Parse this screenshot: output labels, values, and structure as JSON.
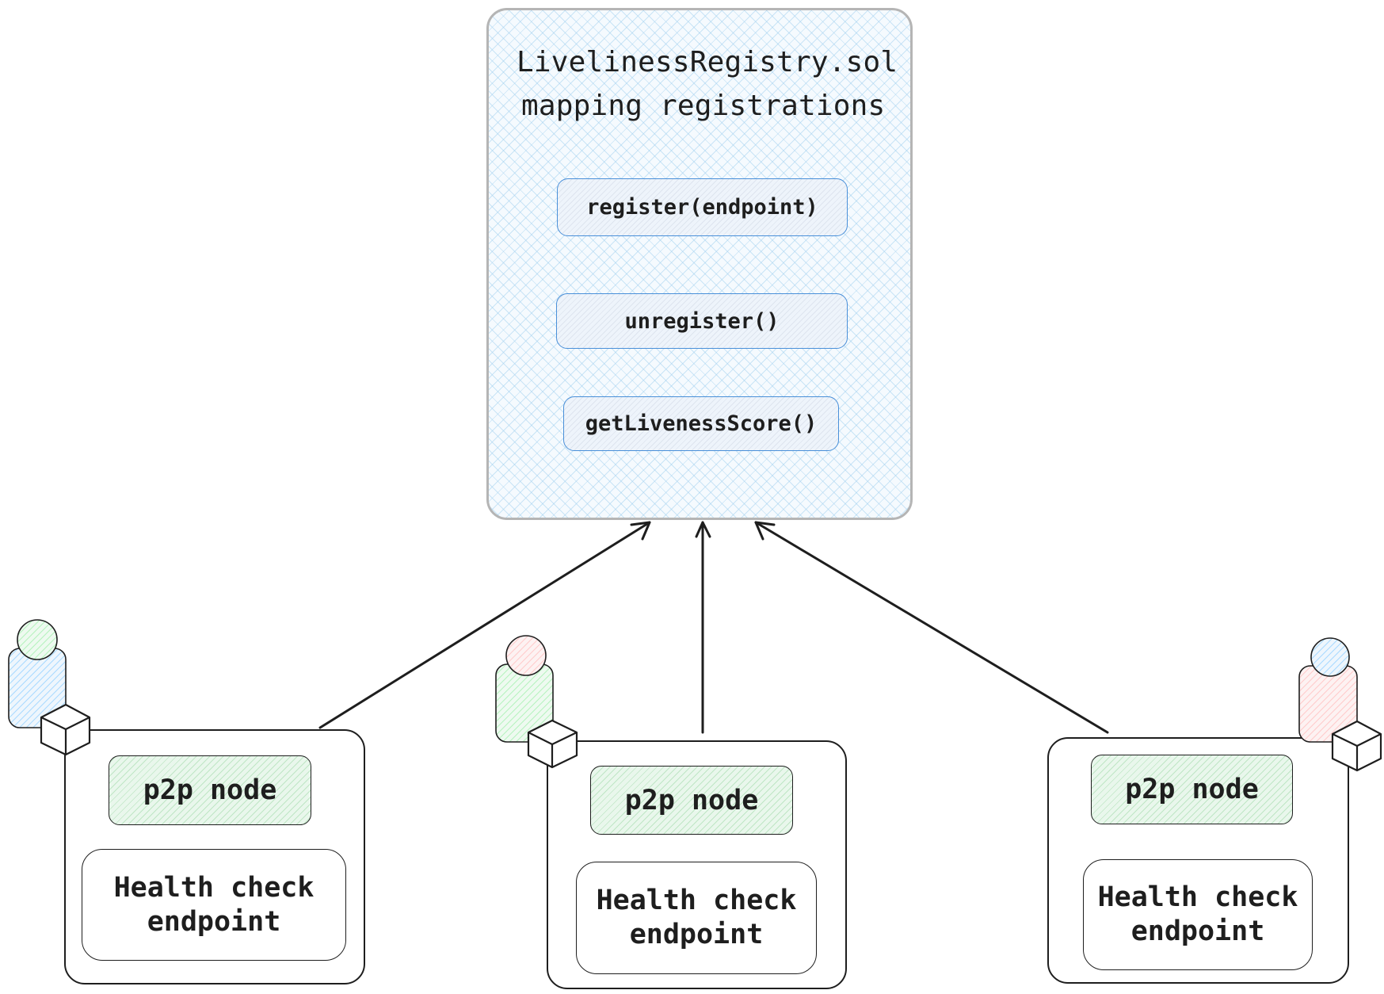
{
  "contract": {
    "title_line1": "LivelinessRegistry.sol",
    "title_line2": "mapping registrations",
    "functions": [
      "register(endpoint)",
      "unregister()",
      "getLivenessScore()"
    ]
  },
  "nodes": [
    {
      "p2p_label": "p2p node",
      "health_line1": "Health check",
      "health_line2": "endpoint",
      "person_head_color": "#b2f2bb",
      "person_body_color": "#a5d8ff"
    },
    {
      "p2p_label": "p2p node",
      "health_line1": "Health check",
      "health_line2": "endpoint",
      "person_head_color": "#ffc9c9",
      "person_body_color": "#b2f2bb"
    },
    {
      "p2p_label": "p2p node",
      "health_line1": "Health check",
      "health_line2": "endpoint",
      "person_head_color": "#a5d8ff",
      "person_body_color": "#ffc9c9"
    }
  ],
  "icons": [
    "person-icon",
    "cube-icon",
    "arrow-up-icon"
  ],
  "colors": {
    "stroke": "#1e1e1e",
    "contract_border": "#b5b5b5",
    "function_border": "#4a90d9",
    "p2p_fill": "#e9f7ec"
  }
}
